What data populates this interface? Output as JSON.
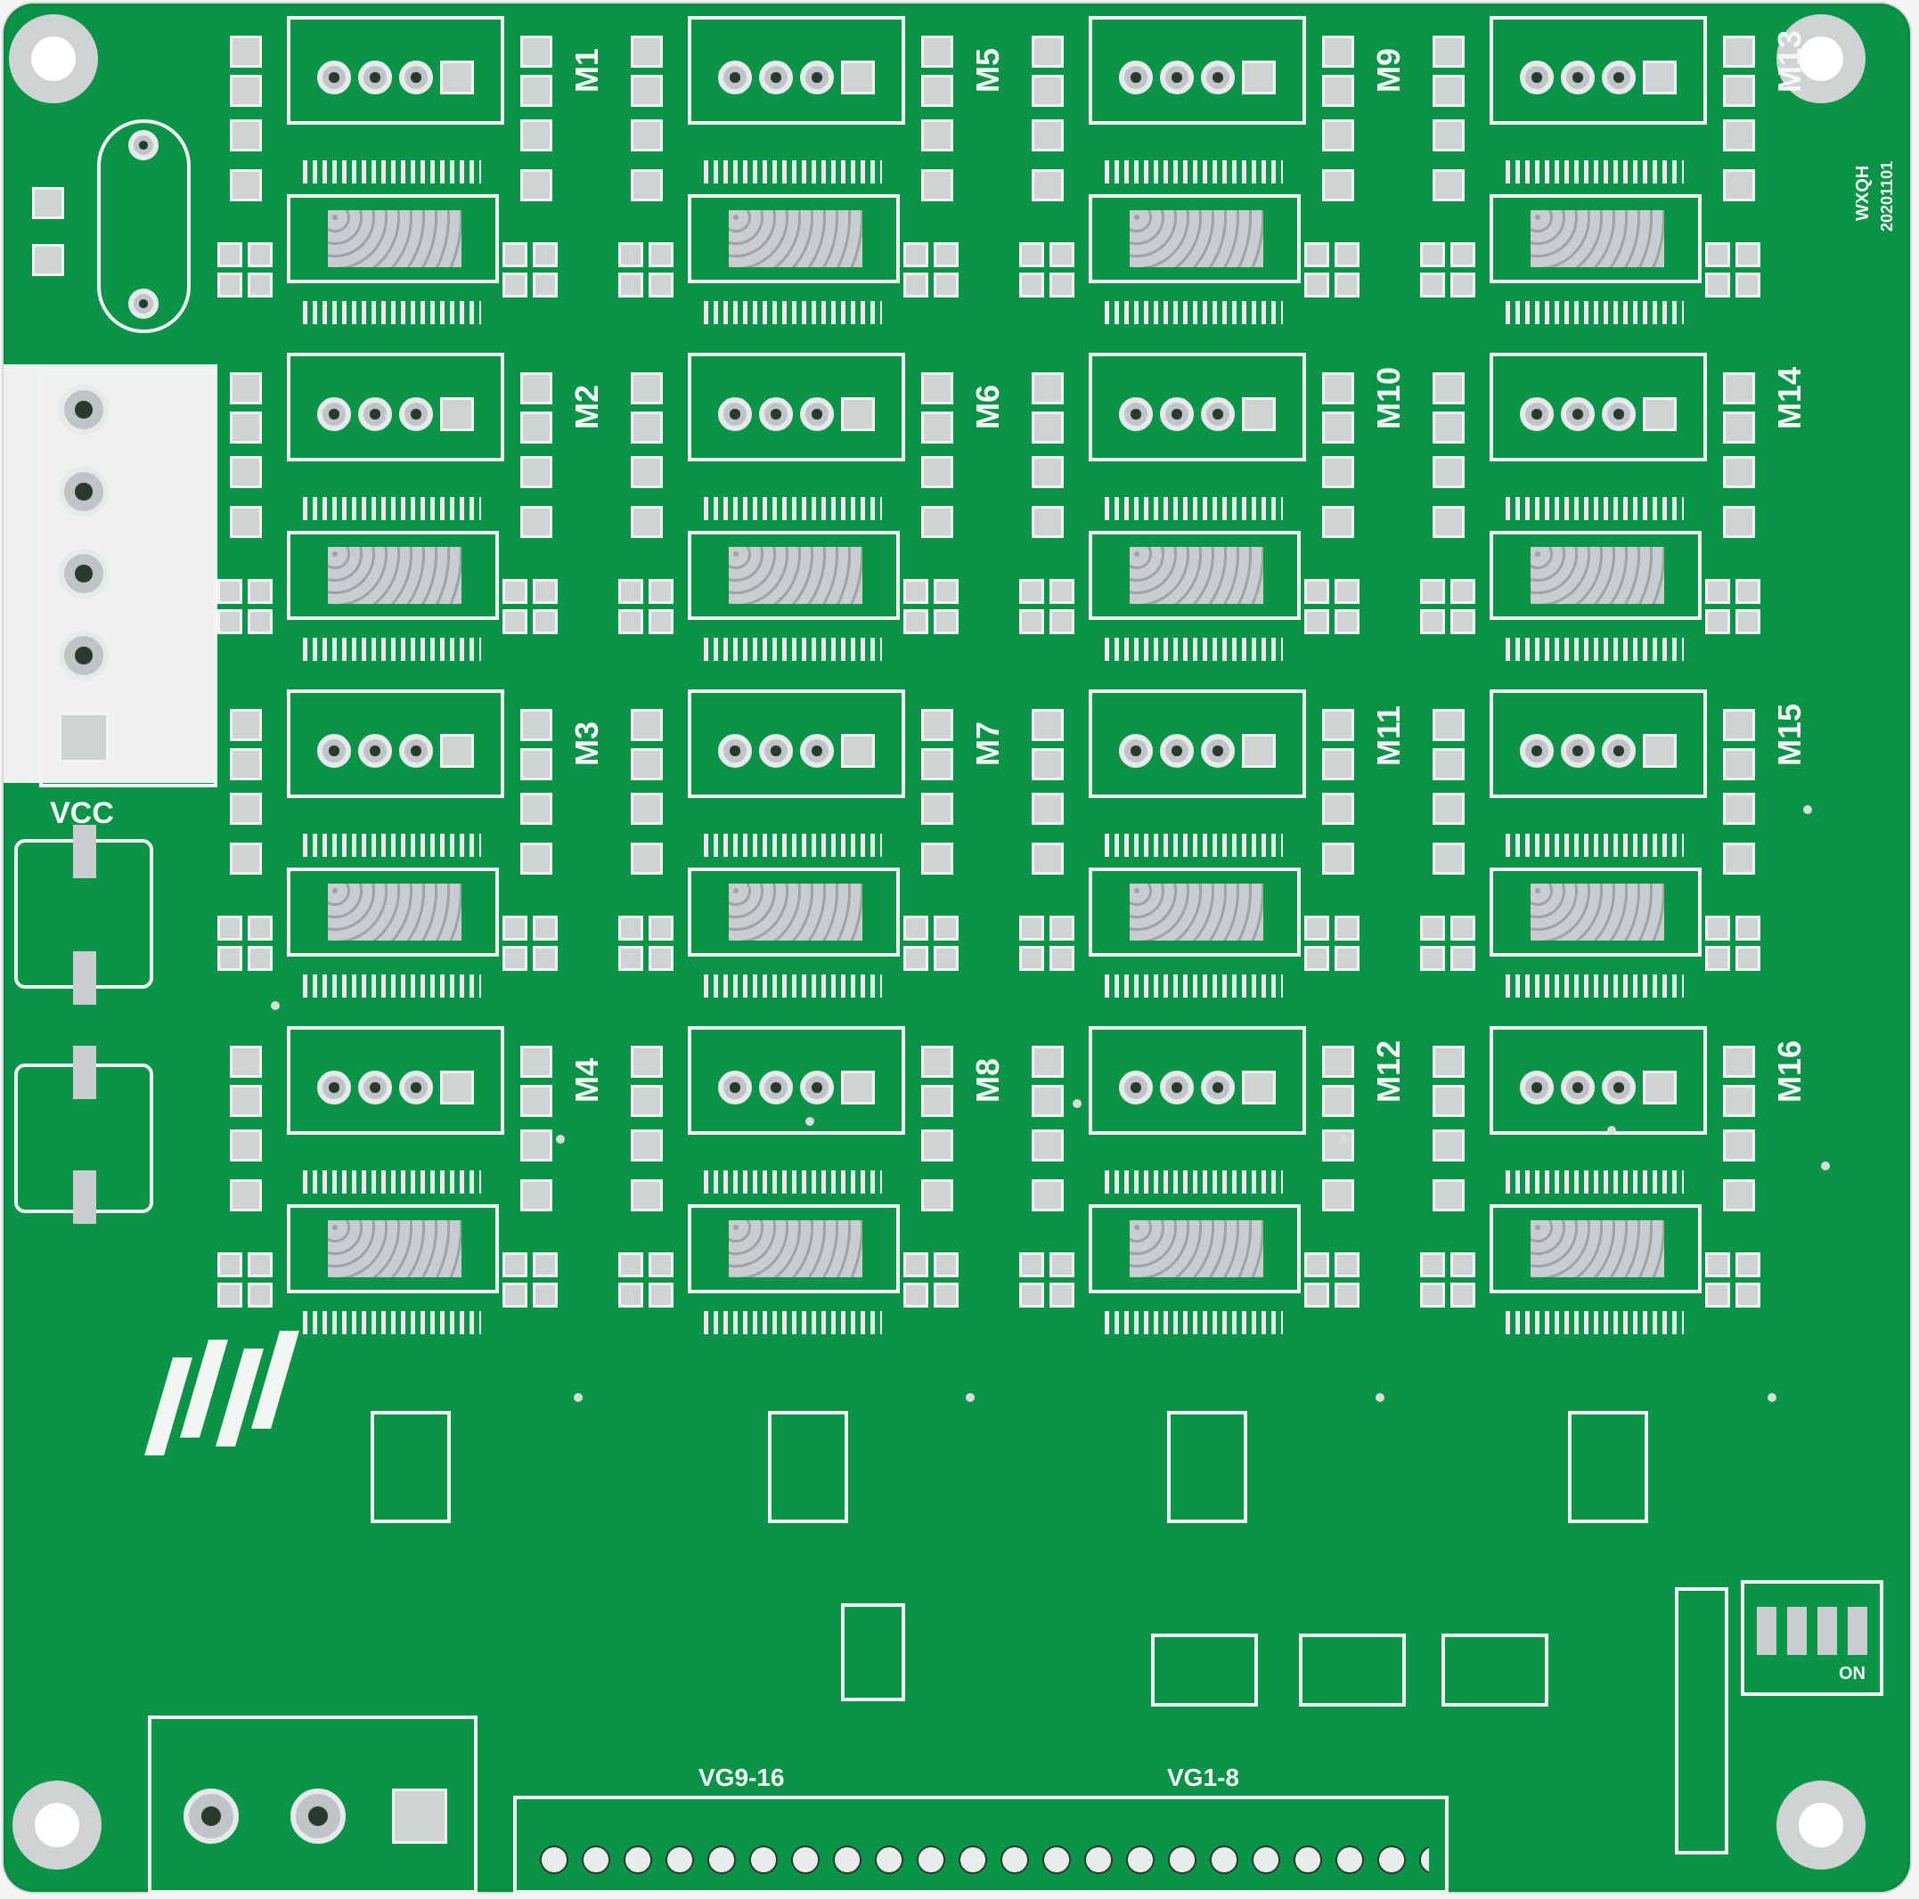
{
  "board": {
    "color": "#0b9448",
    "silkscreen_color": "#f2f6f2",
    "pad_color": "#cfd3d4",
    "date_code": "WXQH",
    "date_number": "20201101"
  },
  "labels": {
    "vcc": "VCC",
    "vg_9_16": "VG9-16",
    "vg_1_8": "VG1-8",
    "switch_on": "ON"
  },
  "modules": [
    {
      "label": "M1"
    },
    {
      "label": "M2"
    },
    {
      "label": "M3"
    },
    {
      "label": "M4"
    },
    {
      "label": "M5"
    },
    {
      "label": "M6"
    },
    {
      "label": "M7"
    },
    {
      "label": "M8"
    },
    {
      "label": "M9"
    },
    {
      "label": "M10"
    },
    {
      "label": "M11"
    },
    {
      "label": "M12"
    },
    {
      "label": "M13"
    },
    {
      "label": "M14"
    },
    {
      "label": "M15"
    },
    {
      "label": "M16"
    }
  ],
  "logo": {
    "name": "pcb-logo-glyph"
  }
}
